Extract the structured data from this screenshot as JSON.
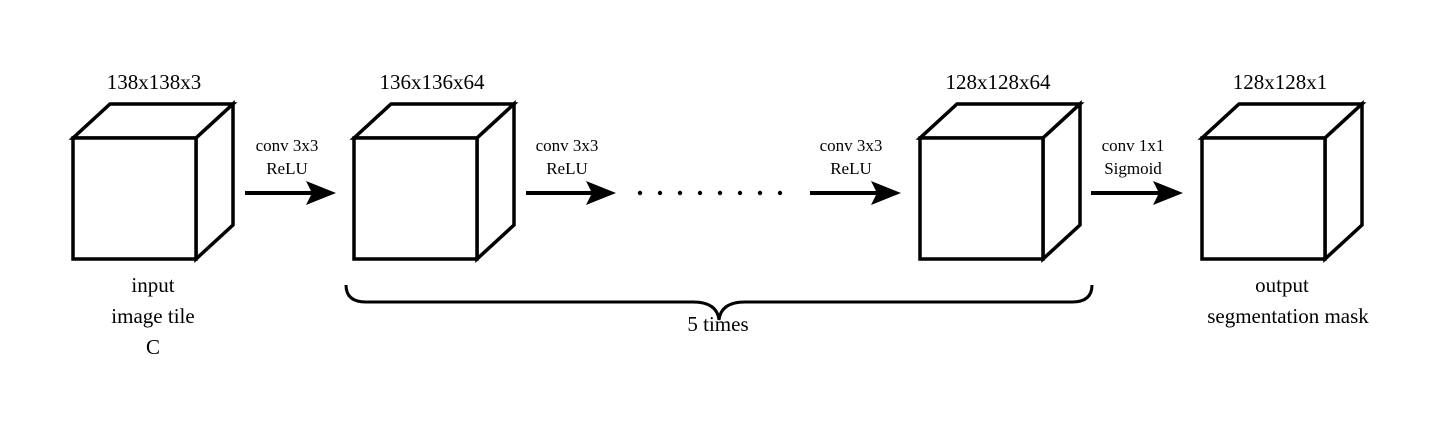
{
  "blocks": [
    {
      "dimension": "138x138x3",
      "caption": [
        "input",
        "image tile",
        "C"
      ]
    },
    {
      "dimension": "136x136x64",
      "caption": []
    },
    {
      "dimension": "128x128x64",
      "caption": []
    },
    {
      "dimension": "128x128x1",
      "caption": [
        "output",
        "segmentation mask"
      ]
    }
  ],
  "operations": [
    {
      "line1": "conv 3x3",
      "line2": "ReLU"
    },
    {
      "line1": "conv 3x3",
      "line2": "ReLU"
    },
    {
      "line1": "conv 3x3",
      "line2": "ReLU"
    },
    {
      "line1": "conv 1x1",
      "line2": "Sigmoid"
    }
  ],
  "repeat_label": "5 times"
}
